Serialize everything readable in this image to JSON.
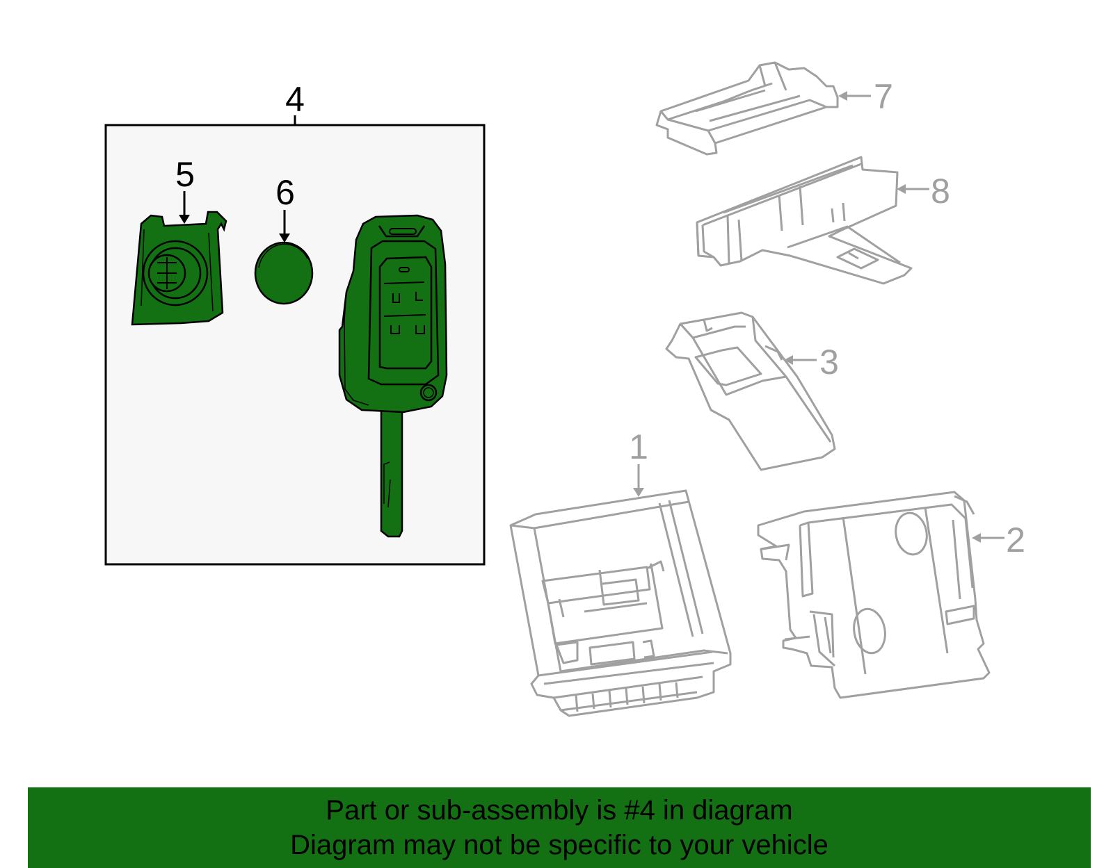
{
  "callouts": {
    "c1": "1",
    "c2": "2",
    "c3": "3",
    "c4": "4",
    "c5": "5",
    "c6": "6",
    "c7": "7",
    "c8": "8"
  },
  "banner": {
    "line1": "Part or sub-assembly is #4 in diagram",
    "line2": "Diagram may not be specific to your vehicle"
  },
  "colors": {
    "highlight_fill": "#137113",
    "inactive_part_stroke": "#a0a0a0",
    "subassembly_box_fill": "#f7f7f7",
    "banner_background": "#137113"
  }
}
